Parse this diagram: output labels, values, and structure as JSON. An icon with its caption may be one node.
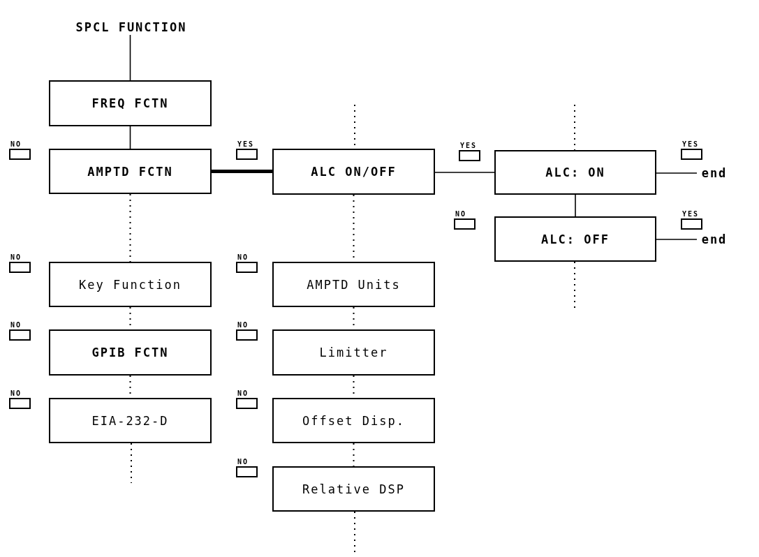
{
  "diagram": {
    "nodes": [
      {
        "text": [
          "SPCL FUNCTION"
        ]
      },
      {
        "text": [
          "FREQ FCTN"
        ]
      },
      {
        "text": [
          "AMPTD FCTN"
        ]
      },
      {
        "text": [
          "ALC ON/OFF"
        ]
      },
      {
        "text": [
          "ALC: ON"
        ]
      },
      {
        "text": [
          "ALC: OFF"
        ]
      },
      {
        "text": [
          "end"
        ]
      },
      {
        "text": [
          "end"
        ]
      },
      {
        "text": [
          "Key Function"
        ]
      },
      {
        "text": [
          "GPIB FCTN"
        ]
      },
      {
        "text": [
          "EIA-232-D"
        ]
      },
      {
        "text": [
          "AMPTD Units"
        ]
      },
      {
        "text": [
          "Limitter"
        ]
      },
      {
        "text": [
          "Offset Disp."
        ]
      },
      {
        "text": [
          "Relative DSP"
        ]
      }
    ],
    "edges": [
      {
        "from": 0,
        "to": 1,
        "arrow": "none"
      },
      {
        "from": 1,
        "to": 2,
        "arrow": "none"
      },
      {
        "from": 2,
        "to": 3,
        "arrow": "none",
        "style": "thick"
      },
      {
        "from": 3,
        "to": 4,
        "arrow": "none"
      },
      {
        "from": 4,
        "to": 6,
        "arrow": "none"
      },
      {
        "from": 4,
        "to": 5,
        "arrow": "none"
      },
      {
        "from": 5,
        "to": 7,
        "arrow": "none"
      },
      {
        "from": 2,
        "to": 8,
        "arrow": "none",
        "style": "dashed"
      },
      {
        "from": 8,
        "to": 9,
        "arrow": "none",
        "style": "dashed"
      },
      {
        "from": 9,
        "to": 10,
        "arrow": "none",
        "style": "dashed"
      },
      {
        "from": 10,
        "to": null,
        "arrow": "none",
        "style": "dashed"
      },
      {
        "from": null,
        "to": 3,
        "arrow": "none",
        "style": "dashed"
      },
      {
        "from": 3,
        "to": 11,
        "arrow": "none",
        "style": "dashed"
      },
      {
        "from": 11,
        "to": 12,
        "arrow": "none",
        "style": "dashed"
      },
      {
        "from": 12,
        "to": 13,
        "arrow": "none",
        "style": "dashed"
      },
      {
        "from": 13,
        "to": 14,
        "arrow": "none",
        "style": "dashed"
      },
      {
        "from": 14,
        "to": null,
        "arrow": "none",
        "style": "dashed"
      },
      {
        "from": null,
        "to": 4,
        "arrow": "none",
        "style": "dashed"
      },
      {
        "from": 5,
        "to": null,
        "arrow": "none",
        "style": "dashed"
      }
    ],
    "labels": [
      "NO",
      "YES",
      "YES",
      "YES",
      "NO",
      "YES",
      "NO",
      "NO",
      "NO",
      "NO",
      "NO",
      "NO",
      "NO"
    ]
  }
}
